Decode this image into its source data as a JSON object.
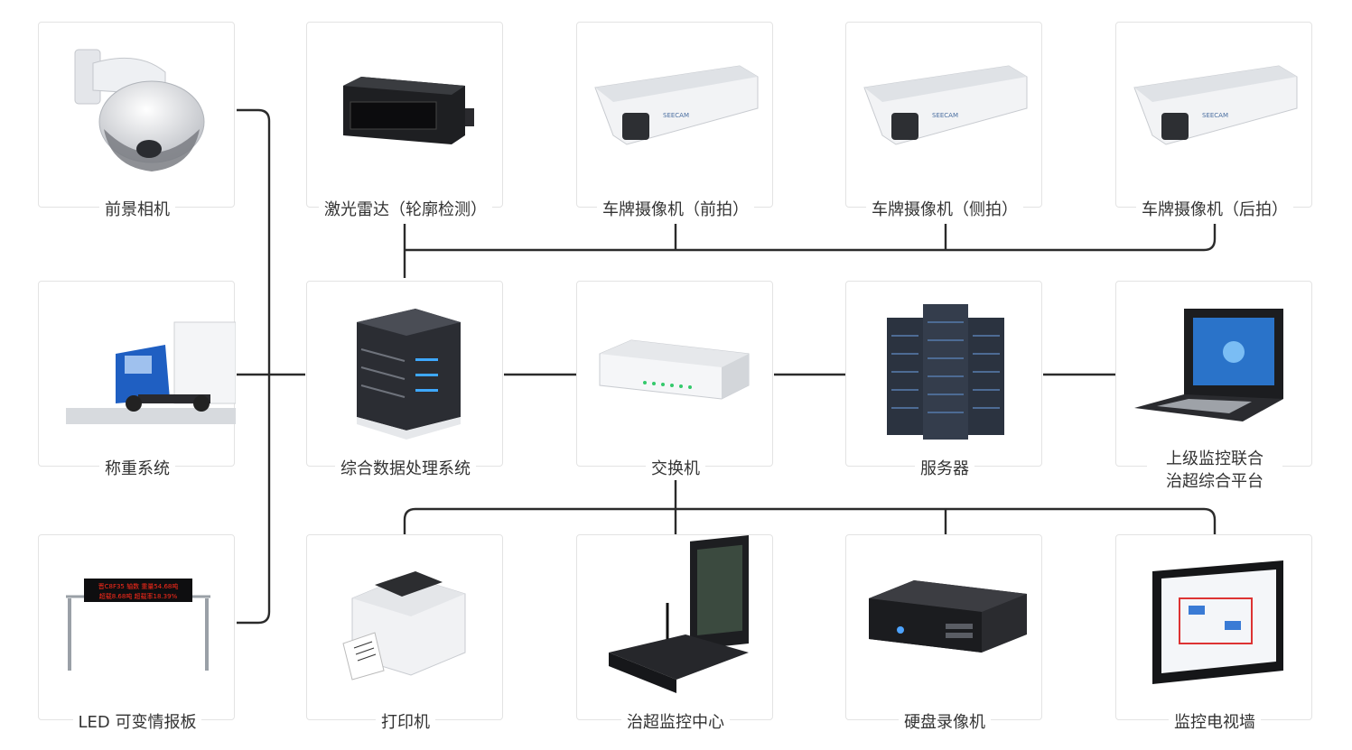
{
  "devices": {
    "front_camera": {
      "label": "前景相机",
      "icon": "dome-camera-icon"
    },
    "lidar": {
      "label": "激光雷达（轮廓检测）",
      "icon": "lidar-icon"
    },
    "plate_cam_front": {
      "label": "车牌摄像机（前拍）",
      "icon": "box-camera-icon"
    },
    "plate_cam_side": {
      "label": "车牌摄像机（侧拍）",
      "icon": "box-camera-icon"
    },
    "plate_cam_rear": {
      "label": "车牌摄像机（后拍）",
      "icon": "box-camera-icon"
    },
    "weighing": {
      "label": "称重系统",
      "icon": "truck-scale-icon"
    },
    "data_processing": {
      "label": "综合数据处理系统",
      "icon": "server-tower-icon"
    },
    "switch": {
      "label": "交换机",
      "icon": "network-switch-icon"
    },
    "server": {
      "label": "服务器",
      "icon": "server-rack-icon"
    },
    "platform": {
      "label_line1": "上级监控联合",
      "label_line2": "治超综合平台",
      "icon": "rugged-laptop-icon"
    },
    "led_board": {
      "label": "LED 可变情报板",
      "icon": "led-sign-icon"
    },
    "printer": {
      "label": "打印机",
      "icon": "label-printer-icon"
    },
    "monitoring_center": {
      "label": "治超监控中心",
      "icon": "field-laptop-icon"
    },
    "nvr": {
      "label": "硬盘录像机",
      "icon": "nvr-icon"
    },
    "video_wall": {
      "label": "监控电视墙",
      "icon": "monitor-icon"
    }
  },
  "led_sign_lines": [
    "晋C8F35 轴数 重量54.68吨",
    "超载8.68吨 超载率18.39%"
  ],
  "camera_brand": "SEECAM",
  "colors": {
    "line": "#2b2b2b",
    "card_border": "#e3e3e3",
    "label": "#333333",
    "led_text": "#ff2a1a"
  }
}
